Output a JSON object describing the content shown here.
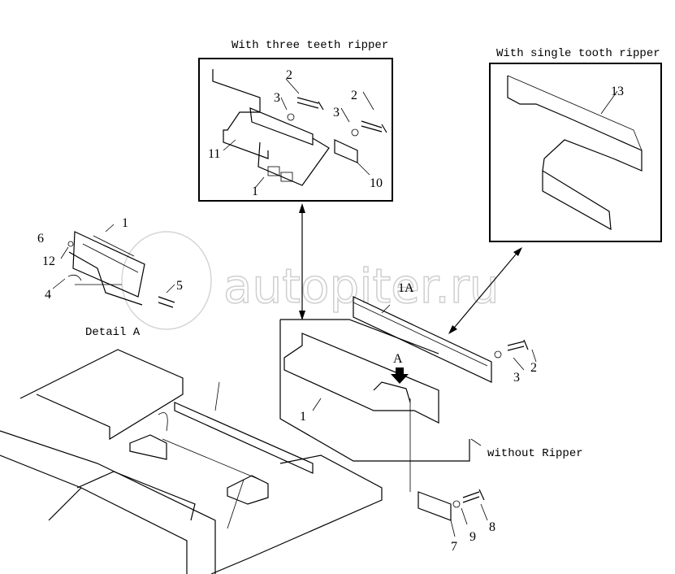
{
  "captions": {
    "three_teeth": "With three teeth ripper",
    "single_tooth": "With single tooth ripper",
    "detail": "Detail A",
    "without": "without Ripper",
    "view_a": "A"
  },
  "watermark": "autopiter.ru",
  "labels": {
    "three": [
      "2",
      "3",
      "2",
      "3",
      "11",
      "1",
      "10"
    ],
    "single": [
      "13"
    ],
    "detail": [
      "1",
      "6",
      "12",
      "4",
      "5"
    ],
    "main": [
      "1A",
      "3",
      "2",
      "1",
      "7",
      "9",
      "8"
    ]
  }
}
